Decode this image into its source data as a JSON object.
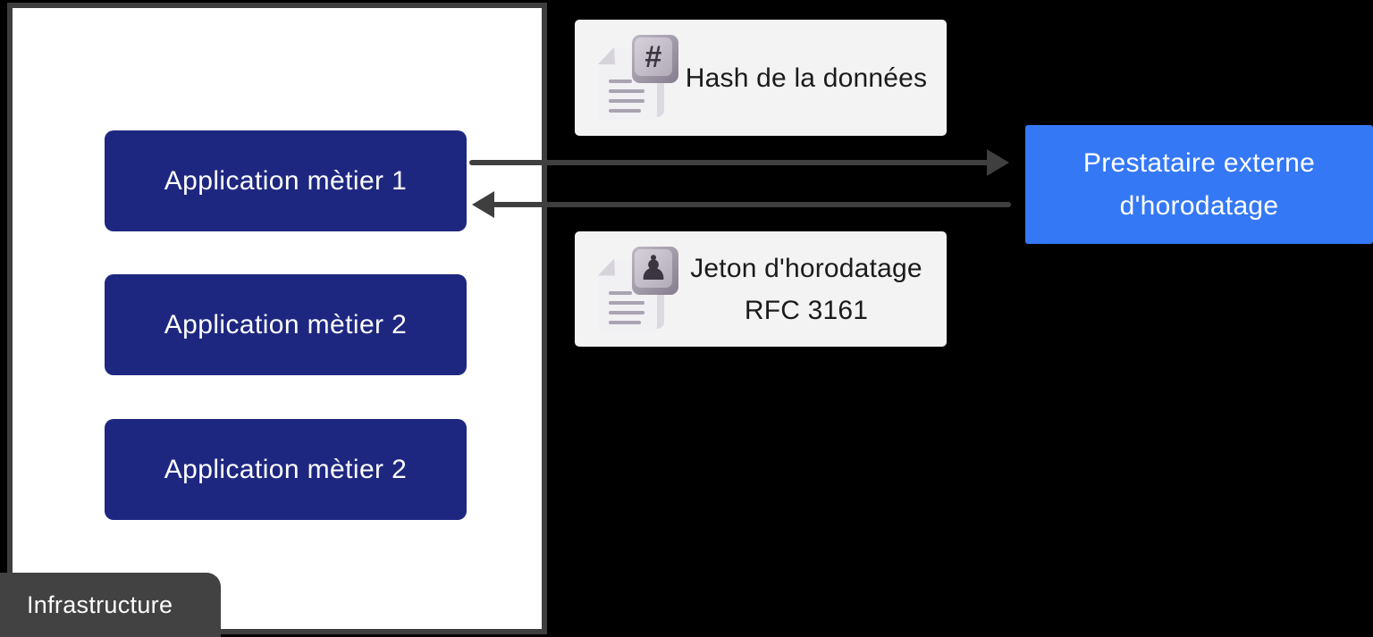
{
  "diagram": {
    "infrastructure": {
      "label": "Infrastructure",
      "applications": [
        {
          "label": "Application mètier 1"
        },
        {
          "label": "Application mètier 2"
        },
        {
          "label": "Application mètier 2"
        }
      ]
    },
    "cards": [
      {
        "label": "Hash de la données",
        "icon": "document-hash-icon",
        "badge_glyph": "#"
      },
      {
        "label_line1": "Jeton d'horodatage",
        "label_line2": "RFC 3161",
        "icon": "document-stamp-icon",
        "badge_glyph": "♟"
      }
    ],
    "provider": {
      "label_line1": "Prestataire externe",
      "label_line2": "d'horodatage"
    },
    "colors": {
      "background": "#000000",
      "container_border": "#3e3e3e",
      "application_box": "#1e2780",
      "provider_box": "#3478f6",
      "card_background": "#f4f3f3",
      "arrow": "#3f3f3f",
      "infrastructure_label_background": "#424242"
    }
  }
}
